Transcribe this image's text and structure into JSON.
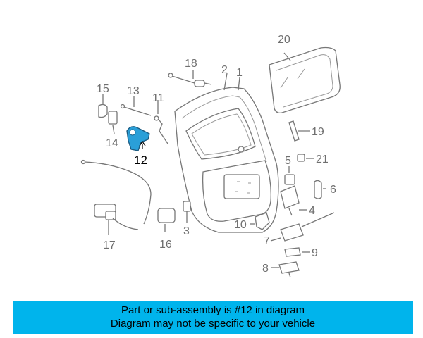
{
  "diagram": {
    "highlighted_part": "12",
    "highlight_color": "#2a9fd8",
    "callouts": [
      "20",
      "18",
      "2",
      "1",
      "15",
      "13",
      "11",
      "19",
      "14",
      "12",
      "5",
      "21",
      "6",
      "4",
      "10",
      "3",
      "7",
      "9",
      "8",
      "17",
      "16"
    ]
  },
  "banner": {
    "line1": "Part or sub-assembly is #12 in diagram",
    "line2": "Diagram may not be specific to your vehicle",
    "background": "#00b4ec"
  }
}
